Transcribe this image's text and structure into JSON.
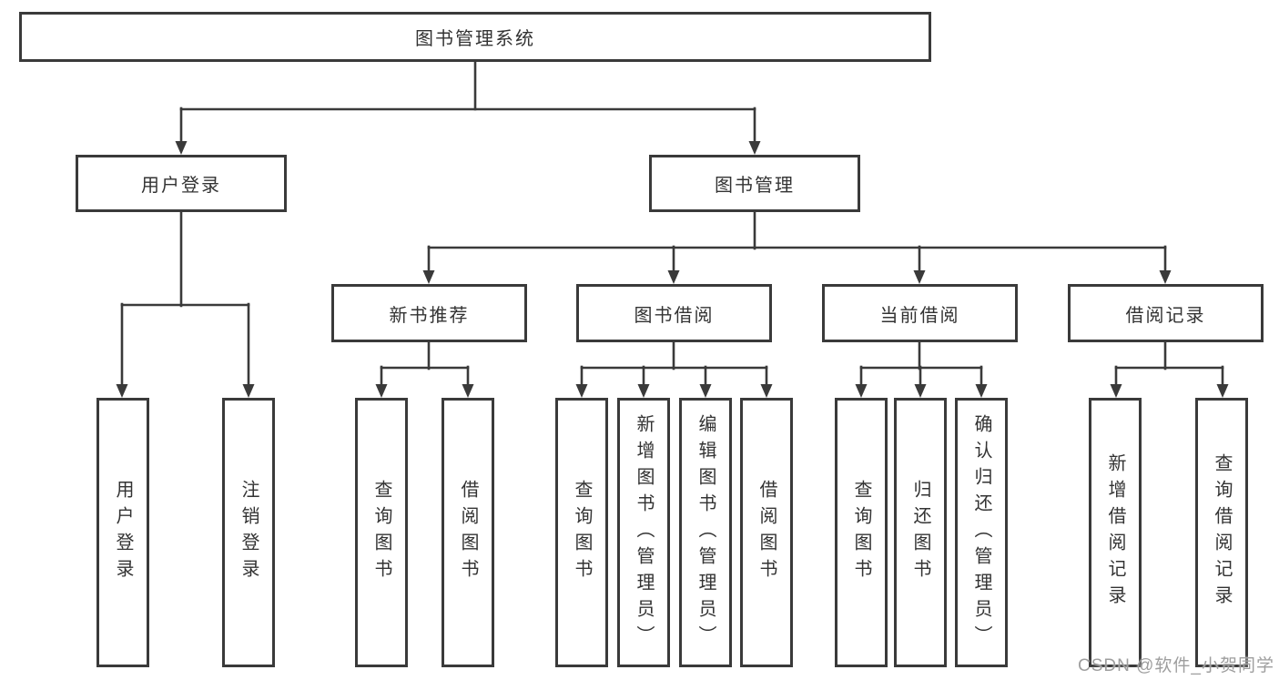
{
  "diagram": {
    "root": {
      "label": "图书管理系统"
    },
    "level1": [
      {
        "label": "用户登录"
      },
      {
        "label": "图书管理"
      }
    ],
    "level2": [
      {
        "label": "新书推荐",
        "parent": "图书管理"
      },
      {
        "label": "图书借阅",
        "parent": "图书管理"
      },
      {
        "label": "当前借阅",
        "parent": "图书管理"
      },
      {
        "label": "借阅记录",
        "parent": "图书管理"
      }
    ],
    "leaves": [
      {
        "label": "用户登录",
        "parent": "用户登录"
      },
      {
        "label": "注销登录",
        "parent": "用户登录"
      },
      {
        "label": "查询图书",
        "parent": "新书推荐"
      },
      {
        "label": "借阅图书",
        "parent": "新书推荐"
      },
      {
        "label": "查询图书",
        "parent": "图书借阅"
      },
      {
        "label": "新增图书（管理员）",
        "parent": "图书借阅"
      },
      {
        "label": "编辑图书（管理员）",
        "parent": "图书借阅"
      },
      {
        "label": "借阅图书",
        "parent": "图书借阅"
      },
      {
        "label": "查询图书",
        "parent": "当前借阅"
      },
      {
        "label": "归还图书",
        "parent": "当前借阅"
      },
      {
        "label": "确认归还（管理员）",
        "parent": "当前借阅"
      },
      {
        "label": "新增借阅记录",
        "parent": "借阅记录"
      },
      {
        "label": "查询借阅记录",
        "parent": "借阅记录"
      }
    ],
    "watermark": "CSDN @软件_小贺同学",
    "colors": {
      "line": "#3a3a3a",
      "text": "#333333",
      "watermark": "#9e9e9e",
      "background": "#ffffff"
    }
  }
}
